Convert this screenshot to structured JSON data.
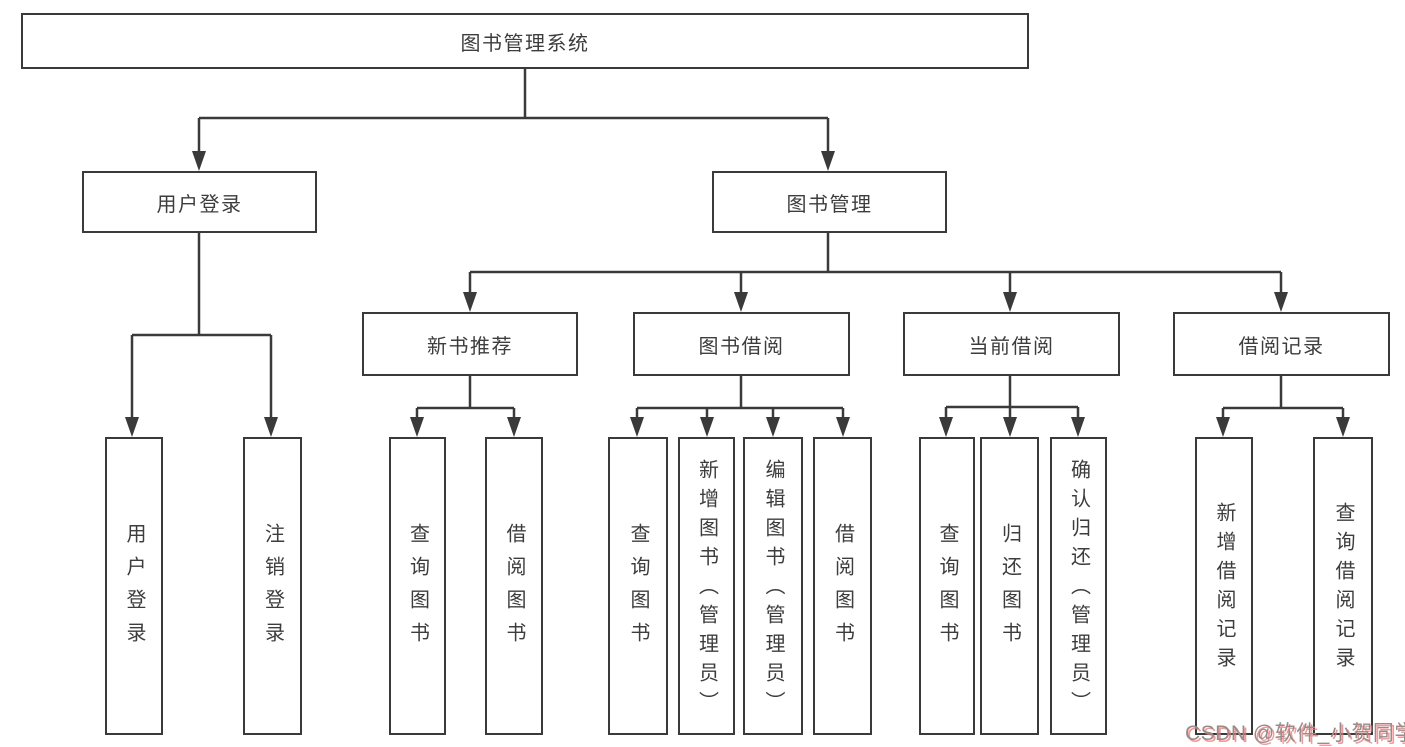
{
  "diagram": {
    "type": "hierarchy-tree",
    "title": "图书管理系统",
    "colors": {
      "line": "#3a3a3a",
      "box_border": "#3a3a3a",
      "text": "#3d3d3d",
      "background": "#ffffff",
      "watermark_text": "#8f8f8f",
      "watermark_shadow": "#fa7272"
    },
    "nodes": {
      "root": {
        "label": "图书管理系统"
      },
      "user_login": {
        "label": "用户登录"
      },
      "book_mgmt": {
        "label": "图书管理"
      },
      "new_book_rec": {
        "label": "新书推荐"
      },
      "book_borrow": {
        "label": "图书借阅"
      },
      "current_borrow": {
        "label": "当前借阅"
      },
      "borrow_record": {
        "label": "借阅记录"
      },
      "leaf_user_login": {
        "label": "用户登录"
      },
      "leaf_logout": {
        "label": "注销登录"
      },
      "leaf_query_book_1": {
        "label": "查询图书"
      },
      "leaf_borrow_book_1": {
        "label": "借阅图书"
      },
      "leaf_query_book_2": {
        "label": "查询图书"
      },
      "leaf_add_book": {
        "label": "新增图书（管理员）"
      },
      "leaf_edit_book": {
        "label": "编辑图书（管理员）"
      },
      "leaf_borrow_book_2": {
        "label": "借阅图书"
      },
      "leaf_query_book_3": {
        "label": "查询图书"
      },
      "leaf_return_book": {
        "label": "归还图书"
      },
      "leaf_confirm_return": {
        "label": "确认归还（管理员）"
      },
      "leaf_add_borrow_record": {
        "label": "新增借阅记录"
      },
      "leaf_query_borrow_record": {
        "label": "查询借阅记录"
      }
    },
    "hierarchy": {
      "图书管理系统": {
        "用户登录": [
          "用户登录",
          "注销登录"
        ],
        "图书管理": {
          "新书推荐": [
            "查询图书",
            "借阅图书"
          ],
          "图书借阅": [
            "查询图书",
            "新增图书（管理员）",
            "编辑图书（管理员）",
            "借阅图书"
          ],
          "当前借阅": [
            "查询图书",
            "归还图书",
            "确认归还（管理员）"
          ],
          "借阅记录": [
            "新增借阅记录",
            "查询借阅记录"
          ]
        }
      }
    },
    "watermark": "CSDN @软件_小贺同学"
  }
}
